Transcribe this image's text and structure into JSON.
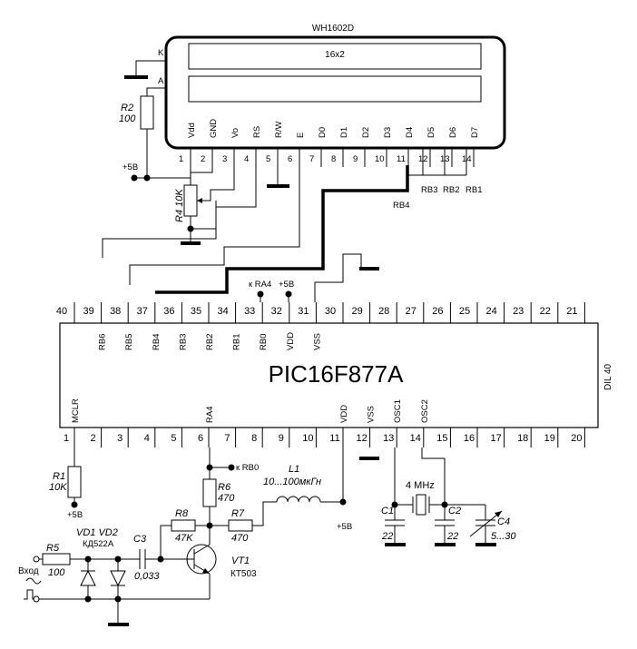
{
  "lcd": {
    "name": "WH1602D",
    "size": "16x2",
    "pin_k": "K",
    "pin_a": "A",
    "signals": [
      "Vdd",
      "GND",
      "Vo",
      "RS",
      "R/W",
      "E",
      "D0",
      "D1",
      "D2",
      "D3",
      "D4",
      "D5",
      "D6",
      "D7"
    ],
    "pin_numbers": [
      "1",
      "2",
      "3",
      "4",
      "5",
      "6",
      "7",
      "8",
      "9",
      "10",
      "11",
      "12",
      "13",
      "14"
    ]
  },
  "mcu": {
    "name": "PIC16F877A",
    "package": "DIL 40",
    "top_pins": [
      "40",
      "39",
      "38",
      "37",
      "36",
      "35",
      "34",
      "33",
      "32",
      "31",
      "30",
      "29",
      "28",
      "27",
      "26",
      "25",
      "24",
      "23",
      "22",
      "21"
    ],
    "bottom_pins": [
      "1",
      "2",
      "3",
      "4",
      "5",
      "6",
      "7",
      "8",
      "9",
      "10",
      "11",
      "12",
      "13",
      "14",
      "15",
      "16",
      "17",
      "18",
      "19",
      "20"
    ],
    "top_labels": [
      "RB6",
      "RB5",
      "RB4",
      "RB3",
      "RB2",
      "RB1",
      "RB0",
      "VDD",
      "VSS"
    ],
    "bottom_labels": [
      "MCLR",
      "RA4",
      "VDD",
      "VSS",
      "OSC1",
      "OSC2"
    ]
  },
  "nets": {
    "rb3": "RB3",
    "rb2": "RB2",
    "rb1": "RB1",
    "rb4": "RB4",
    "k_ra4": "к RA4",
    "k_rb0": "к RB0",
    "plus5v": "+5В"
  },
  "components": {
    "r1": {
      "ref": "R1",
      "value": "10K"
    },
    "r2": {
      "ref": "R2",
      "value": "100"
    },
    "r4": {
      "ref": "R4",
      "value": "10K"
    },
    "r5": {
      "ref": "R5",
      "value": "100"
    },
    "r6": {
      "ref": "R6",
      "value": "470"
    },
    "r7": {
      "ref": "R7",
      "value": "470"
    },
    "r8": {
      "ref": "R8",
      "value": "47K"
    },
    "l1": {
      "ref": "L1",
      "value": "10...100мкГн"
    },
    "c1": {
      "ref": "C1",
      "value": "22"
    },
    "c2": {
      "ref": "C2",
      "value": "22"
    },
    "c3": {
      "ref": "C3",
      "value": "0,033"
    },
    "c4": {
      "ref": "C4",
      "value": "5...30"
    },
    "xtal": {
      "value": "4 MHz"
    },
    "vd": {
      "ref1": "VD1",
      "ref2": "VD2",
      "type": "КД522А"
    },
    "vt1": {
      "ref": "VT1",
      "type": "КТ503"
    },
    "input": {
      "label": "Вход"
    }
  }
}
